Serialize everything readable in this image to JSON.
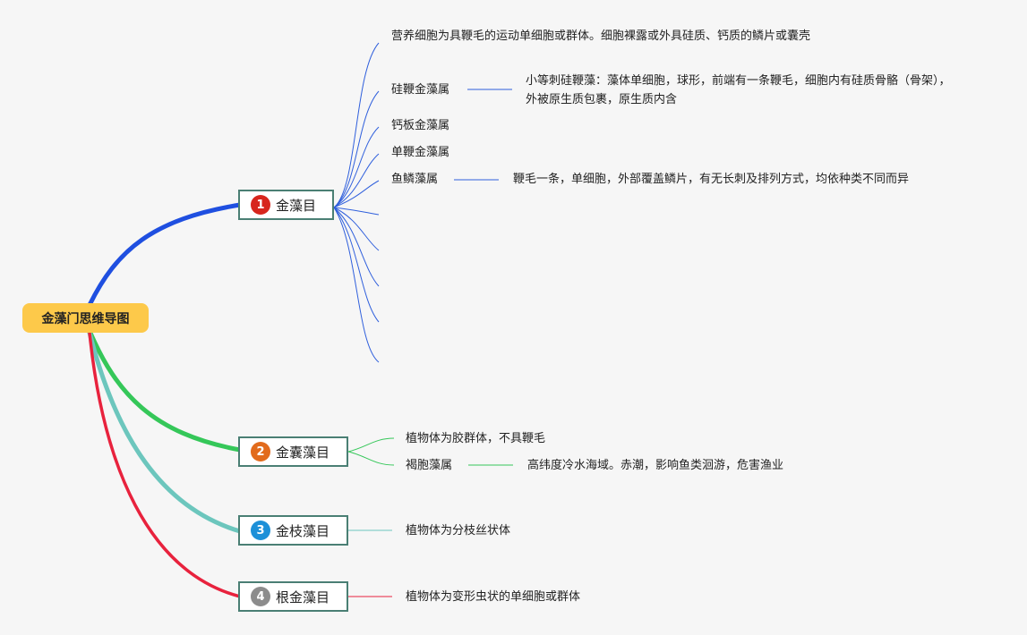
{
  "root": {
    "label": "金藻门思维导图"
  },
  "branches": [
    {
      "number": "1",
      "label": "金藻目",
      "color": "#1f4fe0",
      "badge_color": "#d7261d",
      "items": {
        "desc": "营养细胞为具鞭毛的运动单细胞或群体。细胞裸露或外具硅质、钙质的鳞片或囊壳",
        "genus1": "硅鞭金藻属",
        "genus1_detail": "小等刺硅鞭藻：藻体单细胞，球形，前端有一条鞭毛，细胞内有硅质骨骼（骨架），外被原生质包裹，原生质内含",
        "genus2": "钙板金藻属",
        "genus3": "单鞭金藻属",
        "genus4": "鱼鳞藻属",
        "genus4_detail": "鞭毛一条，单细胞，外部覆盖鳞片，有无长刺及排列方式，均依种类不同而异"
      }
    },
    {
      "number": "2",
      "label": "金囊藻目",
      "color": "#35c759",
      "badge_color": "#e26b1c",
      "items": {
        "desc": "植物体为胶群体，不具鞭毛",
        "genus1": "褐胞藻属",
        "genus1_detail": "高纬度冷水海域。赤潮，影响鱼类洄游，危害渔业"
      }
    },
    {
      "number": "3",
      "label": "金枝藻目",
      "color": "#6cc6bd",
      "badge_color": "#1d90d8",
      "items": {
        "desc": "植物体为分枝丝状体"
      }
    },
    {
      "number": "4",
      "label": "根金藻目",
      "color": "#e8223d",
      "badge_color": "#8c8c8c",
      "items": {
        "desc": "植物体为变形虫状的单细胞或群体"
      }
    }
  ]
}
